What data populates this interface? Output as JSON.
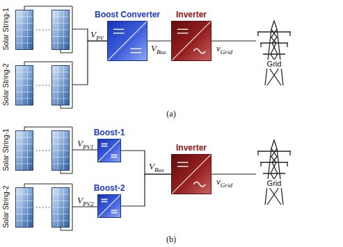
{
  "diagram": {
    "nodes": [
      {
        "text": [
          "Solar String-1"
        ]
      },
      {
        "text": [
          "Solar String-2"
        ]
      },
      {
        "text": [
          "Boost Converter"
        ]
      },
      {
        "text": [
          "Inverter"
        ]
      },
      {
        "text": [
          "Grid"
        ]
      },
      {
        "text": [
          "Solar String-1"
        ]
      },
      {
        "text": [
          "Solar String-2"
        ]
      },
      {
        "text": [
          "Boost-1"
        ]
      },
      {
        "text": [
          "Boost-2"
        ]
      },
      {
        "text": [
          "Inverter"
        ]
      },
      {
        "text": [
          "Grid"
        ]
      }
    ],
    "edges": [
      {
        "from": 0,
        "to": 2,
        "arrow": "none"
      },
      {
        "from": 1,
        "to": 2,
        "arrow": "none"
      },
      {
        "from": 2,
        "to": 3,
        "label": "VBus",
        "arrow": "none"
      },
      {
        "from": 3,
        "to": 4,
        "label": "vGrid",
        "arrow": "none"
      },
      {
        "from": 5,
        "to": 7,
        "label": "VPV1",
        "arrow": "none"
      },
      {
        "from": 6,
        "to": 8,
        "label": "VPV2",
        "arrow": "none"
      },
      {
        "from": 7,
        "to": 9,
        "arrow": "none"
      },
      {
        "from": 8,
        "to": 9,
        "arrow": "none"
      },
      {
        "from": 9,
        "to": 10,
        "label": "vGrid",
        "arrow": "none"
      }
    ],
    "labels": [
      "VPV",
      "(a)",
      "VBus",
      "(b)"
    ]
  }
}
